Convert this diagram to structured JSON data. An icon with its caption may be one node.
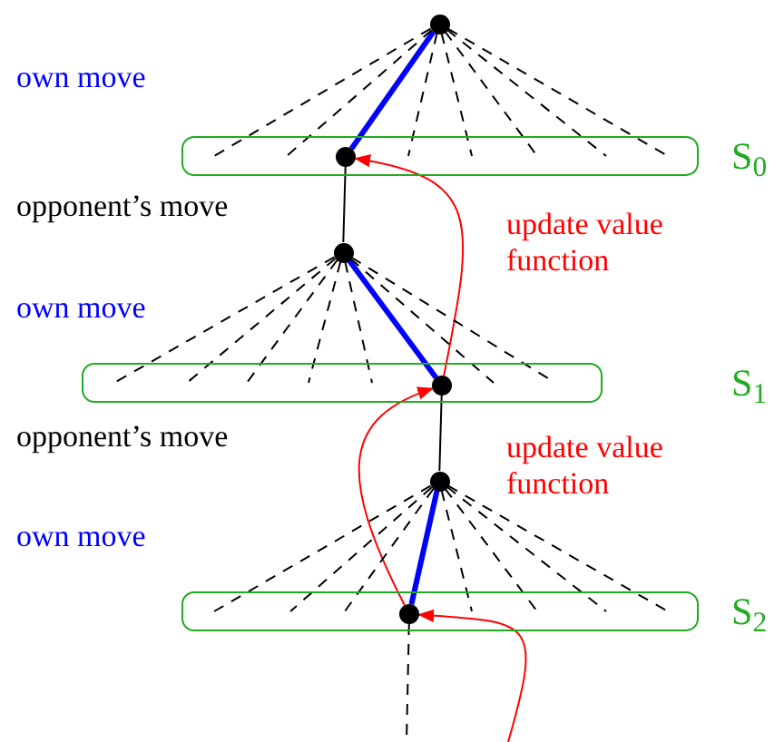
{
  "diagram": {
    "nodes": [
      {
        "text": [],
        "shape": "circle"
      },
      {
        "text": [],
        "shape": "box",
        "beside": [
          "S$_{0}$"
        ]
      },
      {
        "text": [],
        "shape": "circle",
        "in": 1
      },
      {
        "text": [],
        "shape": "circle"
      },
      {
        "text": [],
        "shape": "box",
        "beside": [
          "S$_{1}$"
        ]
      },
      {
        "text": [],
        "shape": "circle",
        "in": 4
      },
      {
        "text": [],
        "shape": "circle"
      },
      {
        "text": [],
        "shape": "box",
        "beside": [
          "S$_{2}$"
        ]
      },
      {
        "text": [],
        "shape": "circle",
        "in": 7
      }
    ],
    "edges": [
      {
        "from": 0,
        "to": 2,
        "arrow": "none",
        "style": "thick",
        "color": "#0000ff"
      },
      {
        "from": 2,
        "to": 3,
        "arrow": "none"
      },
      {
        "from": 3,
        "to": 5,
        "arrow": "none",
        "style": "thick",
        "color": "#0000ff"
      },
      {
        "from": 5,
        "to": 6,
        "arrow": "none"
      },
      {
        "from": 6,
        "to": 8,
        "arrow": "none",
        "style": "thick",
        "color": "#0000ff"
      },
      {
        "from": 8,
        "to": null,
        "arrow": "none",
        "style": "dashed"
      },
      {
        "from": 5,
        "to": 2,
        "arrow": "to",
        "color": "#ff0000",
        "label": "update value function"
      },
      {
        "from": 8,
        "to": 5,
        "arrow": "to",
        "color": "#ff0000"
      },
      {
        "from": null,
        "to": 8,
        "arrow": "to",
        "color": "#ff0000"
      },
      {
        "from": 0,
        "to": 1,
        "arrow": "none",
        "style": "dashed"
      },
      {
        "from": 0,
        "to": 1,
        "arrow": "none",
        "style": "dashed"
      },
      {
        "from": 0,
        "to": 1,
        "arrow": "none",
        "style": "dashed"
      },
      {
        "from": 0,
        "to": 1,
        "arrow": "none",
        "style": "dashed"
      },
      {
        "from": 0,
        "to": 1,
        "arrow": "none",
        "style": "dashed"
      },
      {
        "from": 0,
        "to": 1,
        "arrow": "none",
        "style": "dashed"
      },
      {
        "from": 0,
        "to": 1,
        "arrow": "none",
        "style": "dashed"
      },
      {
        "from": 3,
        "to": 4,
        "arrow": "none",
        "style": "dashed"
      },
      {
        "from": 3,
        "to": 4,
        "arrow": "none",
        "style": "dashed"
      },
      {
        "from": 3,
        "to": 4,
        "arrow": "none",
        "style": "dashed"
      },
      {
        "from": 3,
        "to": 4,
        "arrow": "none",
        "style": "dashed"
      },
      {
        "from": 3,
        "to": 4,
        "arrow": "none",
        "style": "dashed"
      },
      {
        "from": 3,
        "to": 4,
        "arrow": "none",
        "style": "dashed"
      },
      {
        "from": 3,
        "to": 4,
        "arrow": "none",
        "style": "dashed"
      },
      {
        "from": 6,
        "to": 7,
        "arrow": "none",
        "style": "dashed"
      },
      {
        "from": 6,
        "to": 7,
        "arrow": "none",
        "style": "dashed"
      },
      {
        "from": 6,
        "to": 7,
        "arrow": "none",
        "style": "dashed"
      },
      {
        "from": 6,
        "to": 7,
        "arrow": "none",
        "style": "dashed"
      },
      {
        "from": 6,
        "to": 7,
        "arrow": "none",
        "style": "dashed"
      },
      {
        "from": 6,
        "to": 7,
        "arrow": "none",
        "style": "dashed"
      },
      {
        "from": 6,
        "to": 7,
        "arrow": "none",
        "style": "dashed"
      }
    ],
    "labels": [
      "own move",
      "opponent’s move",
      "own move",
      "opponent’s move",
      "update value function",
      "own move"
    ]
  }
}
